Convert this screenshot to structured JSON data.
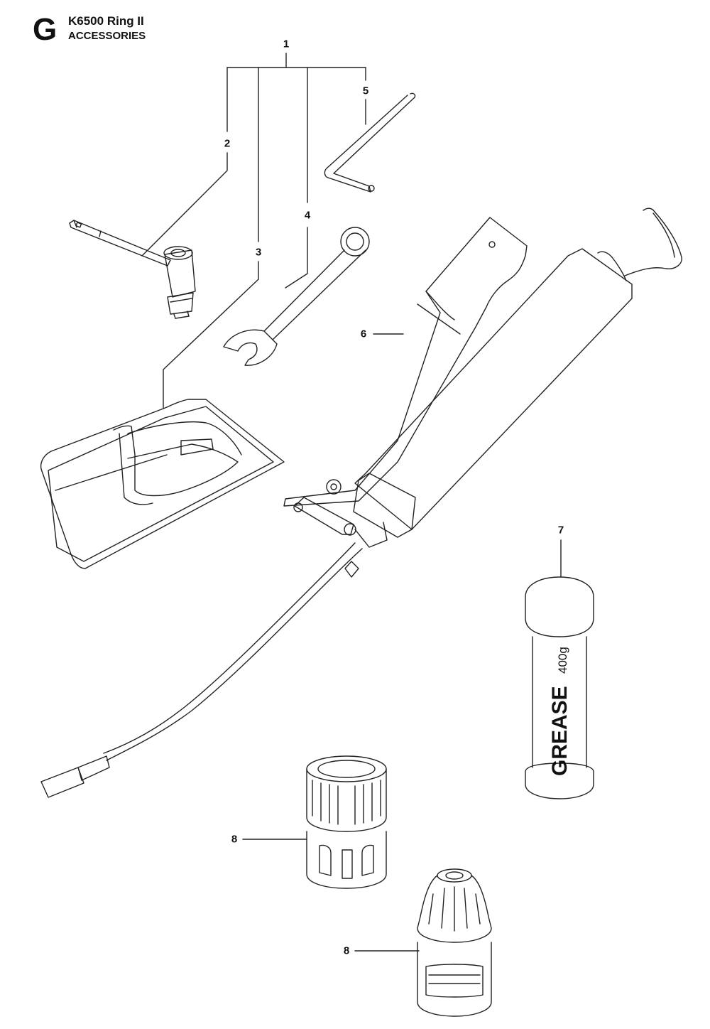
{
  "header": {
    "section_letter": "G",
    "model": "K6500 Ring II",
    "section_name": "ACCESSORIES"
  },
  "callouts": [
    "1",
    "2",
    "3",
    "4",
    "5",
    "6",
    "7",
    "8",
    "8"
  ],
  "grease_tube": {
    "label": "GREASE",
    "weight": "400g"
  }
}
